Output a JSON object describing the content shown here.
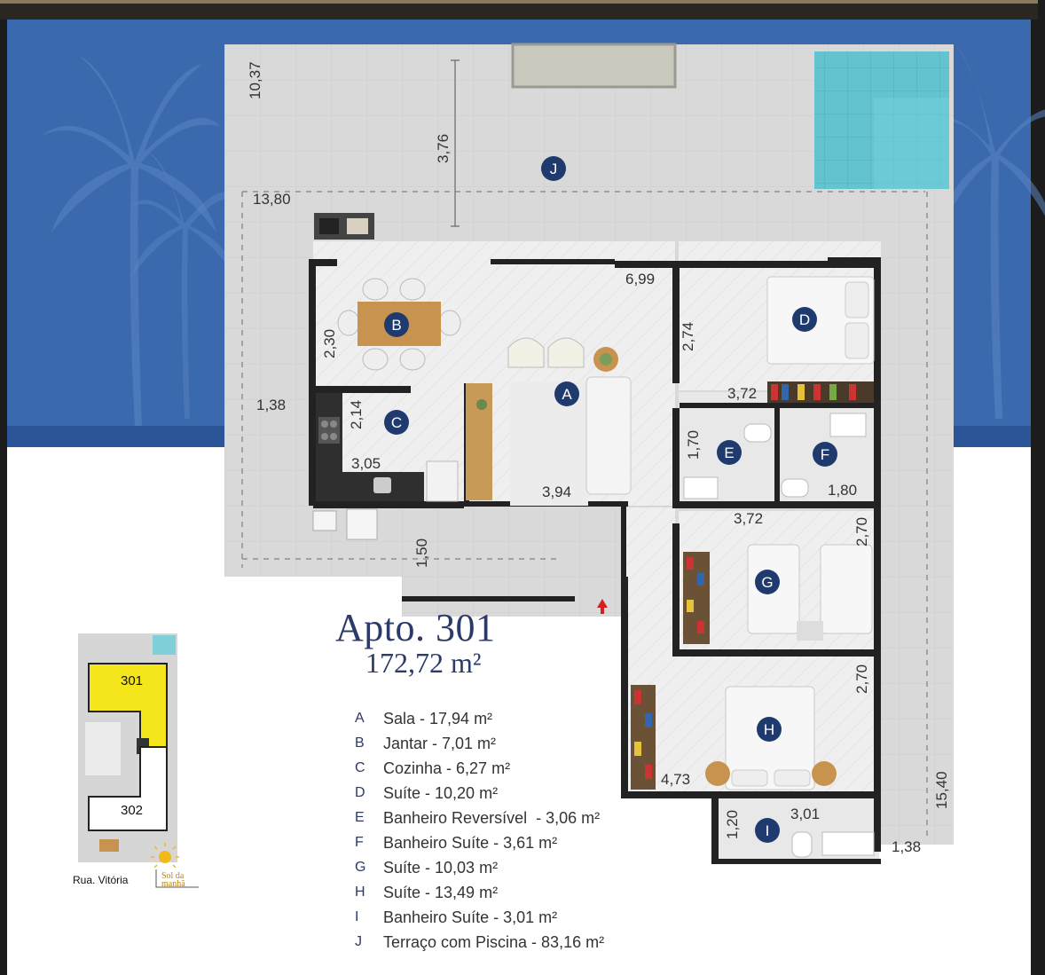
{
  "apartment": {
    "title": "Apto. 301",
    "area": "172,72 m²"
  },
  "rooms": [
    {
      "key": "A",
      "name": "Sala - 17,94 m²"
    },
    {
      "key": "B",
      "name": "Jantar - 7,01 m²"
    },
    {
      "key": "C",
      "name": "Cozinha - 6,27 m²"
    },
    {
      "key": "D",
      "name": "Suíte - 10,20 m²"
    },
    {
      "key": "E",
      "name": "Banheiro Reversível  - 3,06 m²"
    },
    {
      "key": "F",
      "name": "Banheiro Suíte - 3,61 m²"
    },
    {
      "key": "G",
      "name": "Suíte - 10,03 m²"
    },
    {
      "key": "H",
      "name": "Suíte - 13,49 m²"
    },
    {
      "key": "I",
      "name": "Banheiro Suíte - 3,01 m²"
    },
    {
      "key": "J",
      "name": "Terraço com Piscina - 83,16 m²"
    }
  ],
  "dimensions": {
    "d1037": "10,37",
    "d1380": "13,80",
    "d376": "3,76",
    "d699": "6,99",
    "d230": "2,30",
    "d274": "2,74",
    "d138a": "1,38",
    "d214": "2,14",
    "d372a": "3,72",
    "d170": "1,70",
    "d305": "3,05",
    "d394": "3,94",
    "d180": "1,80",
    "d372b": "3,72",
    "d270a": "2,70",
    "d150": "1,50",
    "d270b": "2,70",
    "d473": "4,73",
    "d120": "1,20",
    "d301": "3,01",
    "d1540": "15,40",
    "d138b": "1,38"
  },
  "key_plan": {
    "unit_a": "301",
    "unit_b": "302",
    "street": "Rua. Vitória",
    "sun_label_1": "Sol da",
    "sun_label_2": "manhã"
  },
  "colors": {
    "brand_blue": "#2c3a6a",
    "sky_blue": "#3b69ad",
    "marker_navy": "#1f3b6e",
    "highlight_yellow": "#f4e51c"
  }
}
